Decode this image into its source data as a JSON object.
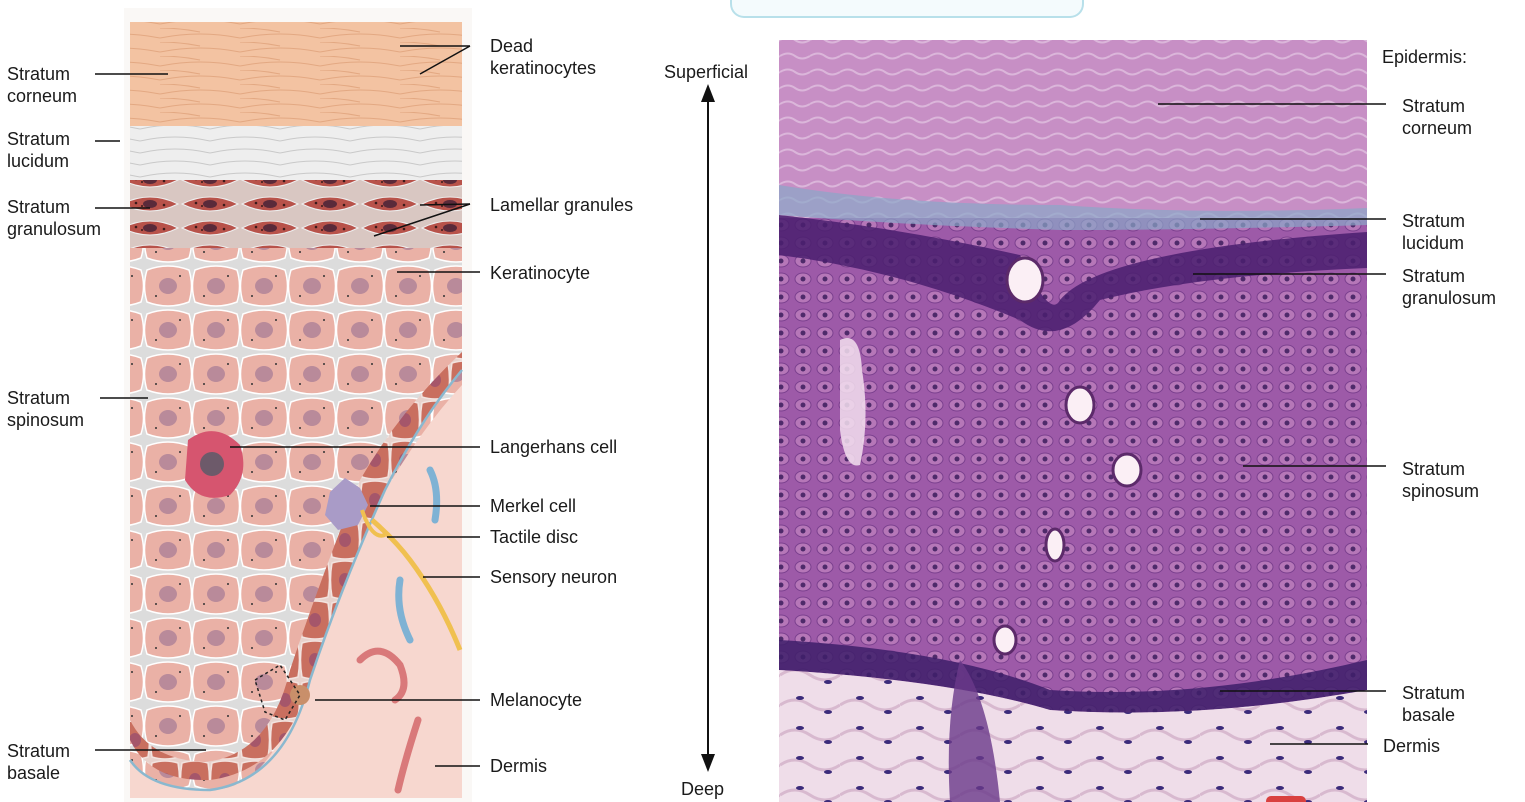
{
  "left_labels": {
    "stratum_corneum": [
      "Stratum",
      "corneum"
    ],
    "stratum_lucidum": [
      "Stratum",
      "lucidum"
    ],
    "stratum_granulosum": [
      "Stratum",
      "granulosum"
    ],
    "stratum_spinosum": [
      "Stratum",
      "spinosum"
    ],
    "stratum_basale": [
      "Stratum",
      "basale"
    ]
  },
  "middle_labels": {
    "dead_keratinocytes": [
      "Dead",
      "keratinocytes"
    ],
    "lamellar_granules": "Lamellar granules",
    "keratinocyte": "Keratinocyte",
    "langerhans_cell": "Langerhans cell",
    "merkel_cell": "Merkel cell",
    "tactile_disc": "Tactile disc",
    "sensory_neuron": "Sensory neuron",
    "melanocyte": "Melanocyte",
    "dermis": "Dermis"
  },
  "axis": {
    "top": "Superficial",
    "bottom": "Deep"
  },
  "micrograph_labels": {
    "heading": "Epidermis:",
    "stratum_corneum": [
      "Stratum",
      "corneum"
    ],
    "stratum_lucidum": [
      "Stratum",
      "lucidum"
    ],
    "stratum_granulosum": [
      "Stratum",
      "granulosum"
    ],
    "stratum_spinosum": [
      "Stratum",
      "spinosum"
    ],
    "stratum_basale": [
      "Stratum",
      "basale"
    ],
    "dermis": "Dermis"
  },
  "colors": {
    "corneum": "#f3c3a2",
    "lucidum": "#eef0f0",
    "granulosum": "#b8524a",
    "spinosum_cell": "#eab1a6",
    "basale_cell": "#c96f5f",
    "dermis": "#f7d7cf",
    "micrograph_purple": "#7b3f9a",
    "micrograph_pink": "#b05aa8"
  }
}
